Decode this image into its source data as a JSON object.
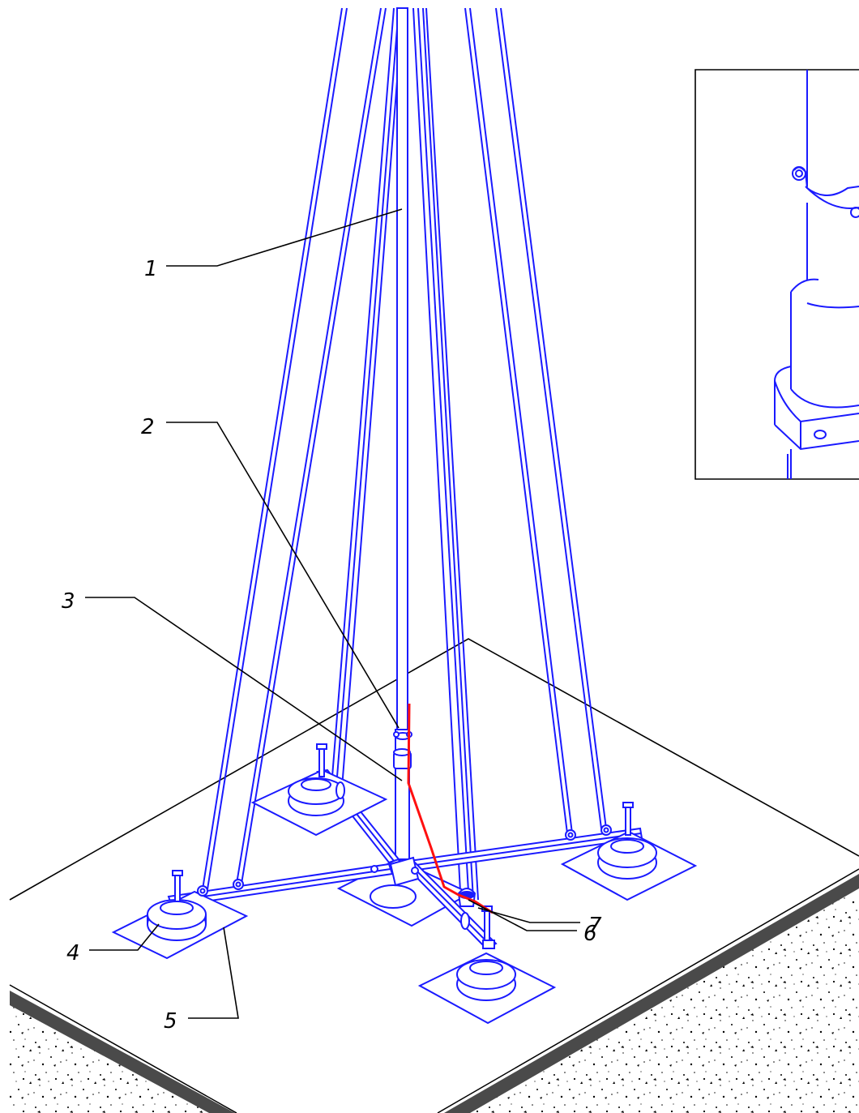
{
  "callouts": [
    {
      "id": "1",
      "label": "1"
    },
    {
      "id": "2",
      "label": "2"
    },
    {
      "id": "3",
      "label": "3"
    },
    {
      "id": "4",
      "label": "4"
    },
    {
      "id": "5",
      "label": "5"
    },
    {
      "id": "6",
      "label": "6"
    },
    {
      "id": "7",
      "label": "7"
    }
  ],
  "colors": {
    "structure": "#1a1aff",
    "grounding_wire": "#ff1010",
    "outline": "#000000",
    "roof_edge": "#4a4a4a"
  }
}
